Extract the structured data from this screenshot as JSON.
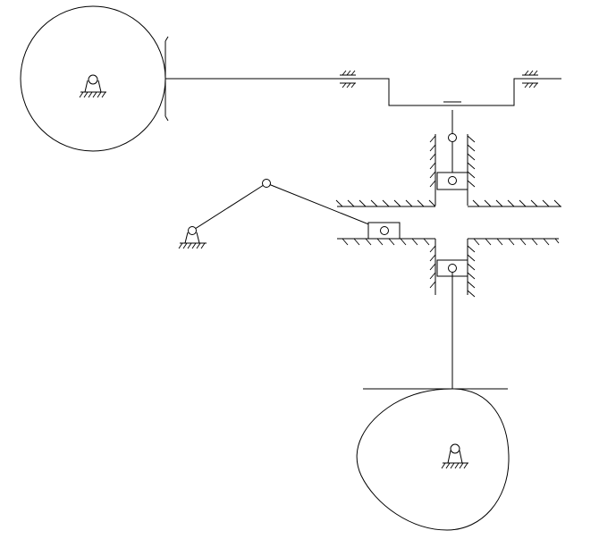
{
  "diagram": {
    "components": [
      "eccentric-disk",
      "yoke-slider",
      "slider-guide",
      "crank-rocker-linkage",
      "horizontal-slider",
      "cam",
      "flat-follower"
    ],
    "colors": {
      "stroke": "#000000",
      "background": "#ffffff"
    }
  }
}
